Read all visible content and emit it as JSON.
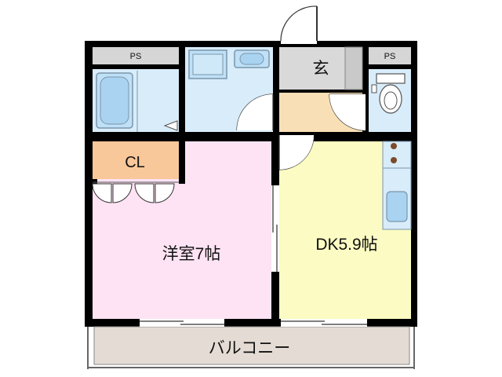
{
  "floorplan": {
    "rooms": {
      "western_room": "洋室7帖",
      "dining_kitchen": "DK5.9帖",
      "closet": "CL",
      "entrance": "玄",
      "balcony": "バルコニー",
      "pipe_space_left": "PS",
      "pipe_space_right": "PS"
    },
    "colors": {
      "western_room": "#fde3f3",
      "dining_kitchen": "#fbfbc3",
      "closet": "#f8c79a",
      "entrance_hall": "#f8dfb6",
      "genkan_floor": "#d9d9d9",
      "wet_areas": "#d8ecfa",
      "balcony": "#e4dcd4",
      "walls": "#000000"
    }
  }
}
